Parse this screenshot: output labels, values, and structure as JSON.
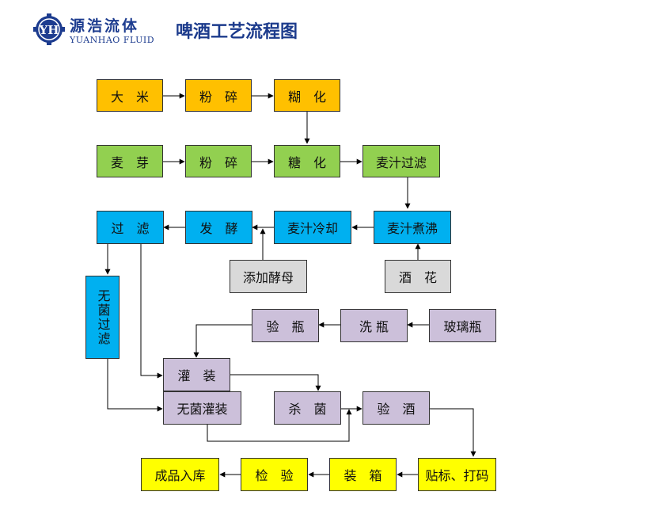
{
  "header": {
    "logo_initials": "YH",
    "logo_cn": "源浩流体",
    "logo_en": "YUANHAO FLUID",
    "title": "啤酒工艺流程图"
  },
  "colors": {
    "orange": "#ffc000",
    "green": "#92d050",
    "blue": "#00b0f0",
    "gray": "#d9d9d9",
    "purple": "#ccc0da",
    "yellow": "#ffff00",
    "title_blue": "#1c3b8c"
  },
  "nodes": {
    "rice": "大　米",
    "crush1": "粉　碎",
    "gelatinize": "糊　化",
    "malt": "麦　芽",
    "crush2": "粉　碎",
    "saccharify": "糖　化",
    "wort_filter": "麦汁过滤",
    "filter": "过　滤",
    "ferment": "发　酵",
    "wort_cool": "麦汁冷却",
    "wort_boil": "麦汁煮沸",
    "add_yeast": "添加酵母",
    "hops": "酒　花",
    "sterile_filter": "无菌过滤",
    "inspect_bottle": "验　瓶",
    "wash_bottle": "洗 瓶",
    "glass_bottle": "玻璃瓶",
    "filling": "灌　装",
    "sterile_filling": "无菌灌装",
    "sterilize": "杀　菌",
    "inspect_beer": "验　酒",
    "label_code": "贴标、打码",
    "packing": "装　箱",
    "inspection": "检　验",
    "warehouse": "成品入库"
  }
}
